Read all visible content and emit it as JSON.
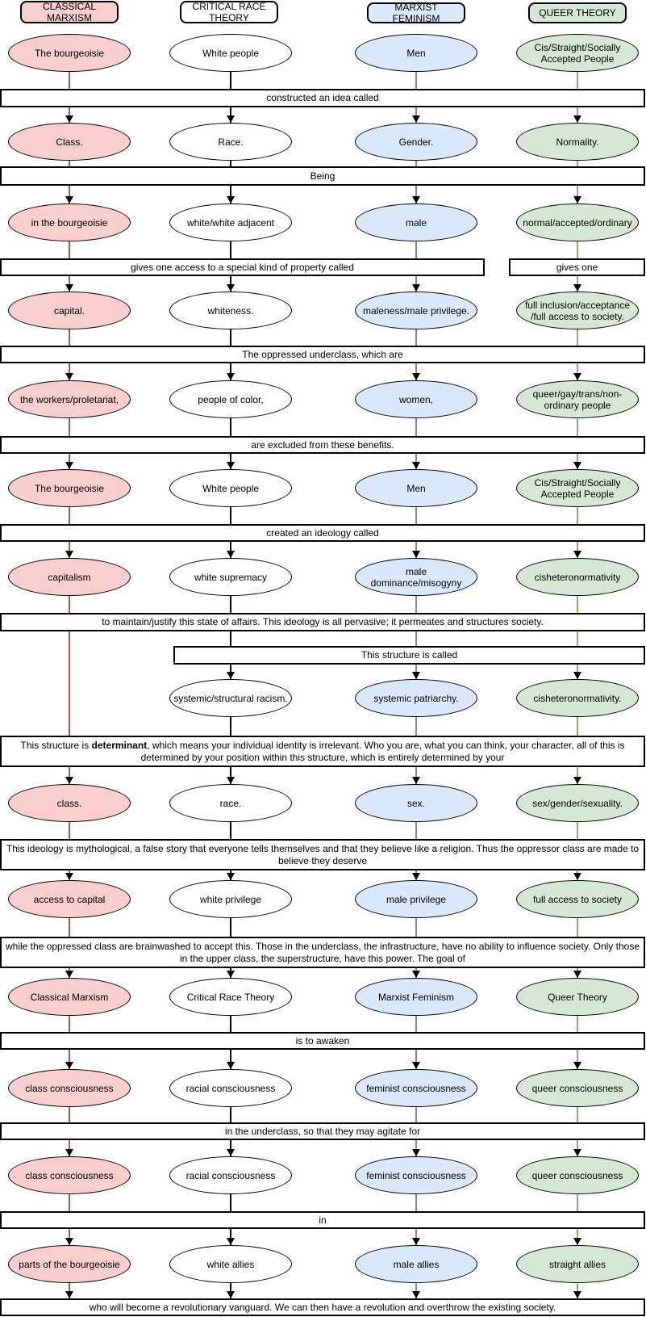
{
  "diagram": {
    "palette": {
      "marxism_fill": "#f8cecc",
      "marxism_stroke": "#b85450",
      "crt_fill": "#ffffff",
      "crt_stroke": "#000000",
      "feminism_fill": "#dae8fc",
      "feminism_stroke": "#6c8ebf",
      "queer_fill": "#d5e8d4",
      "queer_stroke": "#82b366"
    },
    "columns": [
      {
        "header": "CLASSICAL MARXISM"
      },
      {
        "header": "CRITICAL RACE THEORY"
      },
      {
        "header": "MARXIST FEMINISM"
      },
      {
        "header": "QUEER THEORY"
      }
    ],
    "banners": {
      "b1": "constructed an idea called",
      "b2": "Being",
      "b3a": "gives one access to a special kind of property called",
      "b3b": "gives one",
      "b4": "The oppressed underclass, which are",
      "b5": "are excluded from these benefits.",
      "b6": "created an ideology called",
      "b7": "to maintain/justify this state of affairs. This ideology is all pervasive; it permeates and structures society.",
      "b8": "This structure is called",
      "b9_pre": "This structure is ",
      "b9_bold": "determinant",
      "b9_post": ", which means your individual identity is irrelevant. Who you are, what you can think, your character, all of this is determined by your position within this structure, which is entirely determined by your",
      "b10": "This ideology is mythological, a false story that everyone tells themselves and that they believe like a religion. Thus the oppressor class are made to believe they deserve",
      "b11": "while the oppressed class are brainwashed to accept this. Those in the underclass, the infrastructure, have no ability to influence society. Only those in the upper class, the superstructure, have this power. The goal of",
      "b12": "is to awaken",
      "b13": "in the underclass, so that they may agitate for",
      "b14": "in",
      "b15": "who will become a revolutionary vanguard. We can then have a revolution and overthrow the existing society."
    },
    "rows": {
      "r1": [
        "The bourgeoisie",
        "White people",
        "Men",
        "Cis/Straight/Socially Accepted People"
      ],
      "r2": [
        "Class.",
        "Race.",
        "Gender.",
        "Normality."
      ],
      "r3": [
        "in the bourgeoisie",
        "white/white adjacent",
        "male",
        "normal/accepted/ordinary"
      ],
      "r4": [
        "capital.",
        "whiteness.",
        "maleness/male privilege.",
        "full inclusion/acceptance\n/full access to society."
      ],
      "r5": [
        "the workers/proletariat,",
        "people of color,",
        "women,",
        "queer/gay/trans/non-ordinary people"
      ],
      "r6": [
        "The bourgeoisie",
        "White people",
        "Men",
        "Cis/Straight/Socially Accepted People"
      ],
      "r7": [
        "capitalism",
        "white supremacy",
        "male dominance/misogyny",
        "cisheteronormativity"
      ],
      "r8": [
        null,
        "systemic/structural racism.",
        "systemic patriarchy.",
        "cisheteronormativity."
      ],
      "r9": [
        "class.",
        "race.",
        "sex.",
        "sex/gender/sexuality."
      ],
      "r10": [
        "access to capital",
        "white privilege",
        "male privilege",
        "full access to society"
      ],
      "r11": [
        "Classical Marxism",
        "Critical Race Theory",
        "Marxist Feminism",
        "Queer Theory"
      ],
      "r12": [
        "class consciousness",
        "racial consciousness",
        "feminist consciousness",
        "queer consciousness"
      ],
      "r13": [
        "class consciousness",
        "racial consciousness",
        "feminist consciousness",
        "queer consciousness"
      ],
      "r14": [
        "parts of the bourgeoisie",
        "white allies",
        "male allies",
        "straight allies"
      ]
    }
  }
}
